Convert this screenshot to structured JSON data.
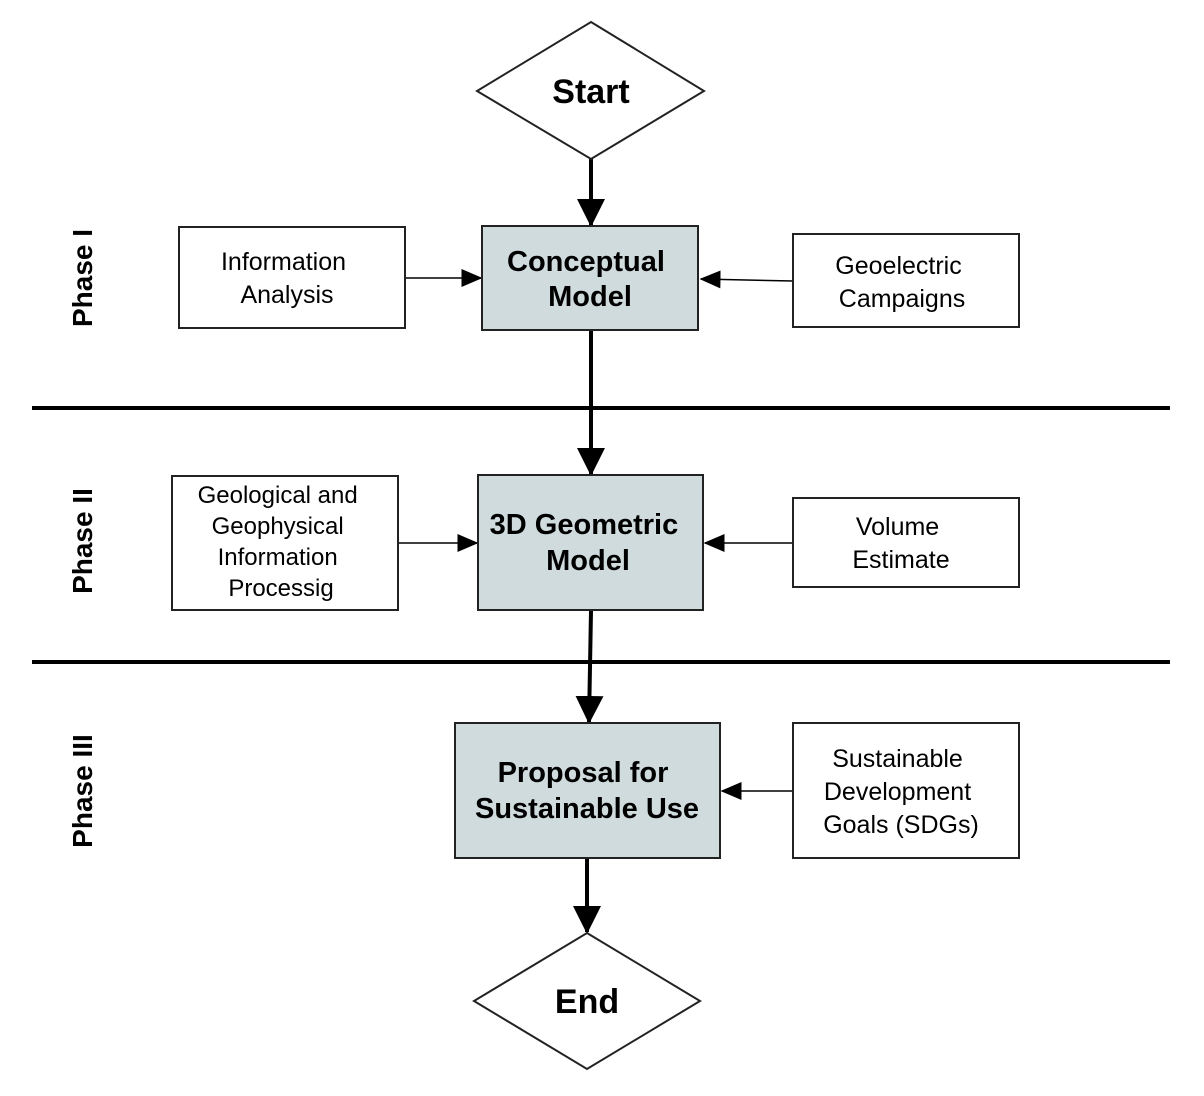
{
  "terminals": {
    "start": "Start",
    "end": "End"
  },
  "phases": [
    "Phase I",
    "Phase II",
    "Phase III"
  ],
  "main_steps": {
    "conceptual": [
      "Conceptual",
      "Model"
    ],
    "geometric": [
      "3D Geometric",
      "Model"
    ],
    "proposal": [
      "Proposal for",
      "Sustainable Use"
    ]
  },
  "inputs": {
    "information_analysis": [
      "Information",
      "Analysis"
    ],
    "geoelectric_campaigns": [
      "Geoelectric",
      "Campaigns"
    ],
    "geological_processing": [
      "Geological and",
      "Geophysical",
      "Information",
      "Processig"
    ],
    "volume_estimate": [
      "Volume",
      "Estimate"
    ],
    "sdgs": [
      "Sustainable",
      "Development",
      "Goals (SDGs)"
    ]
  },
  "colors": {
    "main_box_fill": "#d0dbdd",
    "border": "#222222",
    "line": "#000000"
  }
}
